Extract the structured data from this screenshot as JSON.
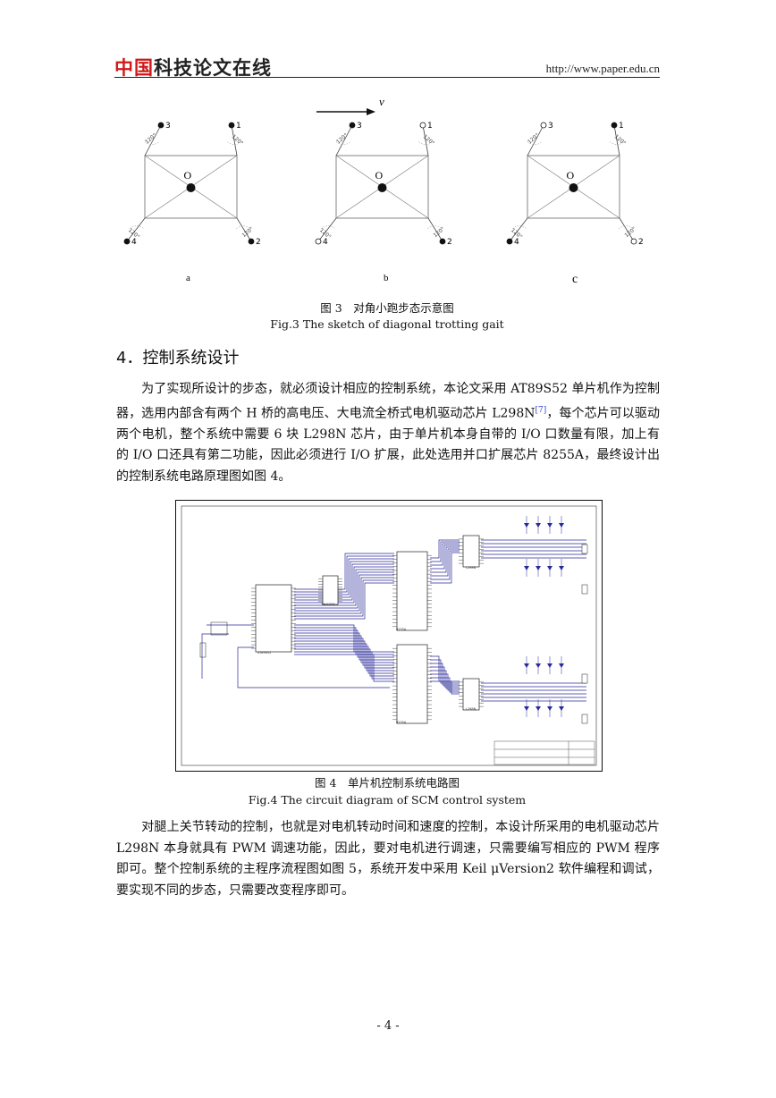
{
  "header": {
    "logo_red": "中国",
    "logo_rest": "科技论文在线",
    "url": "http://www.paper.edu.cn"
  },
  "figure3": {
    "velocity_label": "v",
    "center_label": "O",
    "angle_label": "120°",
    "leg_numbers": [
      "1",
      "2",
      "3",
      "4"
    ],
    "panel_labels": [
      "a",
      "b",
      "c"
    ],
    "caption_cn": "图 3　对角小跑步态示意图",
    "caption_en": "Fig.3 The sketch of diagonal trotting gait"
  },
  "section": {
    "title": "4．控制系统设计"
  },
  "para1": {
    "text_before_ref": "　　为了实现所设计的步态，就必须设计相应的控制系统，本论文采用 AT89S52 单片机作为控制器，选用内部含有两个 H 桥的高电压、大电流全桥式电机驱动芯片 L298N",
    "ref": "[7]",
    "text_after_ref": "，每个芯片可以驱动两个电机，整个系统中需要 6 块 L298N 芯片，由于单片机本身自带的 I/O 口数量有限，加上有的 I/O 口还具有第二功能，因此必须进行 I/O 扩展，此处选用并口扩展芯片 8255A，最终设计出的控制系统电路原理图如图 4。"
  },
  "figure4": {
    "chip_labels": [
      "AT89S52",
      "74LS373",
      "8255A",
      "8255A",
      "L298N",
      "L298N"
    ],
    "caption_cn": "图 4　单片机控制系统电路图",
    "caption_en": "Fig.4 The circuit diagram of SCM control system"
  },
  "para2": {
    "text": "　　对腿上关节转动的控制，也就是对电机转动时间和速度的控制，本设计所采用的电机驱动芯片 L298N 本身就具有 PWM 调速功能，因此，要对电机进行调速，只需要编写相应的 PWM 程序即可。整个控制系统的主程序流程图如图 5，系统开发中采用 Keil μVersion2 软件编程和调试，要实现不同的步态，只需要改变程序即可。"
  },
  "footer": {
    "page_number": "- 4 -"
  }
}
